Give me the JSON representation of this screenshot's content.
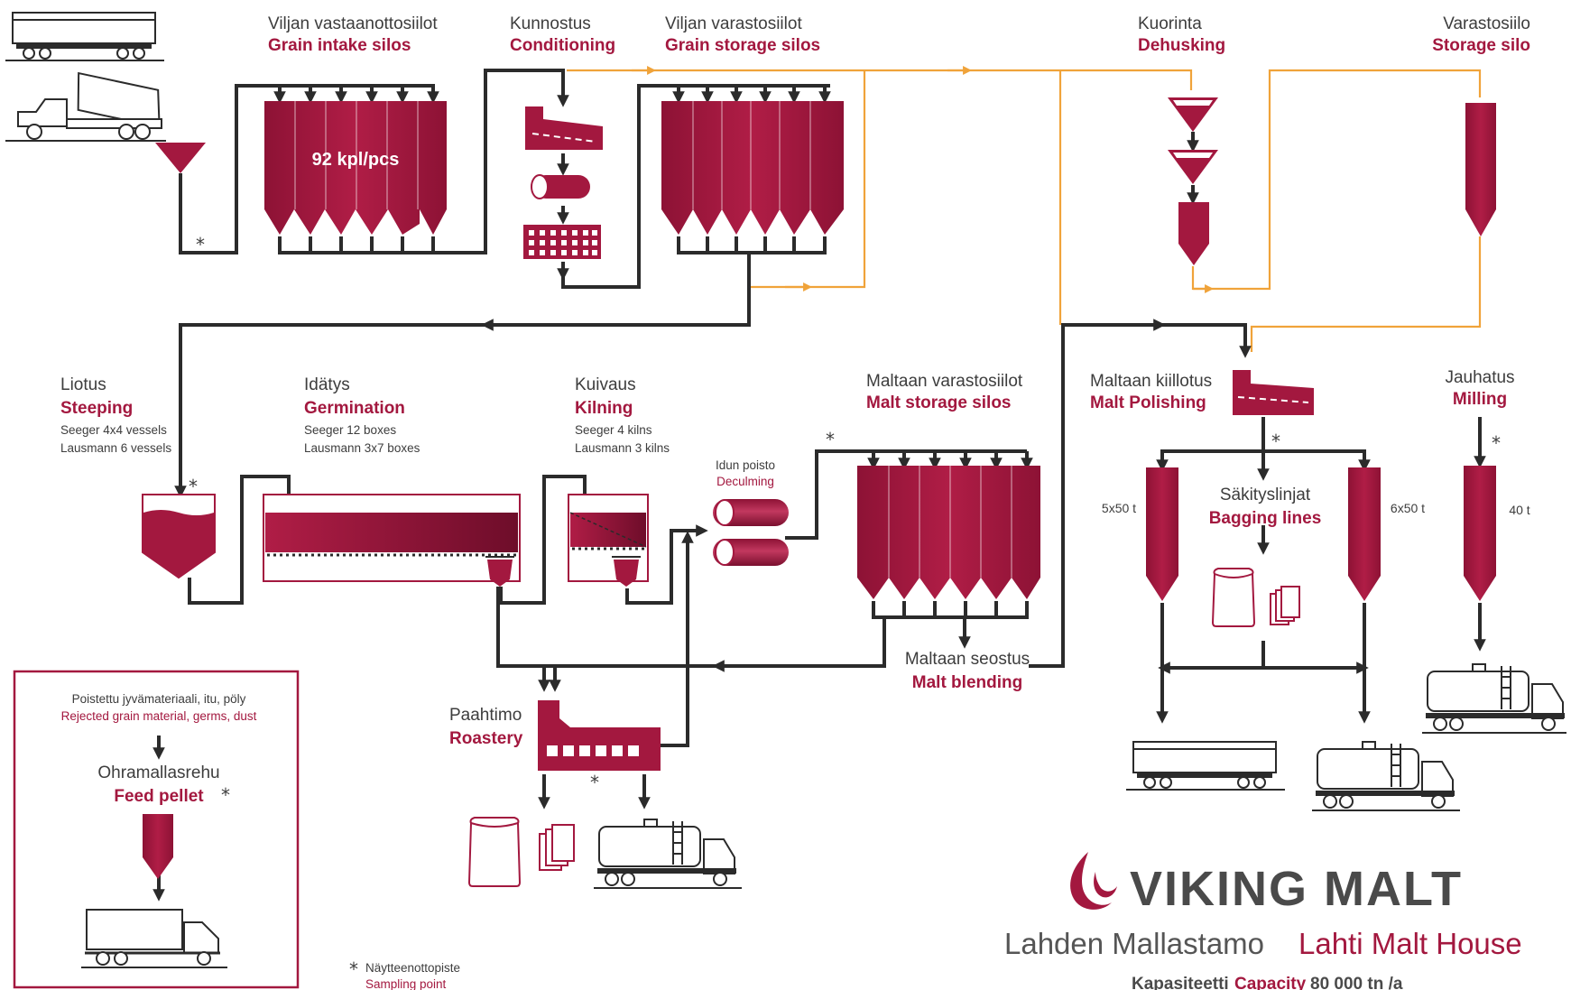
{
  "labels": {
    "intake_fi": "Viljan vastaanottosiilot",
    "intake_en": "Grain intake silos",
    "intake_count": "92 kpl/pcs",
    "conditioning_fi": "Kunnostus",
    "conditioning_en": "Conditioning",
    "storage_fi": "Viljan varastosiilot",
    "storage_en": "Grain storage silos",
    "dehusking_fi": "Kuorinta",
    "dehusking_en": "Dehusking",
    "storage_silo_fi": "Varastosiilo",
    "storage_silo_en": "Storage silo",
    "steeping_fi": "Liotus",
    "steeping_en": "Steeping",
    "steeping_d1": "Seeger 4x4 vessels",
    "steeping_d2": "Lausmann 6 vessels",
    "germination_fi": "Idätys",
    "germination_en": "Germination",
    "germination_d1": "Seeger 12 boxes",
    "germination_d2": "Lausmann 3x7 boxes",
    "kilning_fi": "Kuivaus",
    "kilning_en": "Kilning",
    "kilning_d1": "Seeger 4 kilns",
    "kilning_d2": "Lausmann 3 kilns",
    "deculming_fi": "Idun poisto",
    "deculming_en": "Deculming",
    "malt_storage_fi": "Maltaan varastosiilot",
    "malt_storage_en": "Malt storage silos",
    "polishing_fi": "Maltaan kiillotus",
    "polishing_en": "Malt Polishing",
    "milling_fi": "Jauhatus",
    "milling_en": "Milling",
    "bagging_fi": "Säkityslinjat",
    "bagging_en": "Bagging  lines",
    "cap_left": "5x50 t",
    "cap_right": "6x50 t",
    "cap_milling": "40 t",
    "blending_fi": "Maltaan seostus",
    "blending_en": "Malt blending",
    "roastery_fi": "Paahtimo",
    "roastery_en": "Roastery",
    "rejected_fi": "Poistettu jyvämateriaali, itu, pöly",
    "rejected_en": "Rejected grain material, germs, dust",
    "feed_fi": "Ohramallasrehu",
    "feed_en": "Feed pellet",
    "sampling_fi": "Näytteenottopiste",
    "sampling_en": "Sampling point",
    "sample_mark": "*"
  },
  "brand": {
    "name": "VIKING MALT",
    "location_fi": "Lahden Mallastamo",
    "location_en": "Lahti Malt House",
    "capacity_fi": "Kapasiteetti",
    "capacity_en": "Capacity",
    "capacity_value": "80 000 tn /a"
  },
  "colors": {
    "accent": "#a3183f",
    "line": "#2b2b2b",
    "flow_alt": "#f0a33a",
    "text": "#3d3d3d"
  }
}
